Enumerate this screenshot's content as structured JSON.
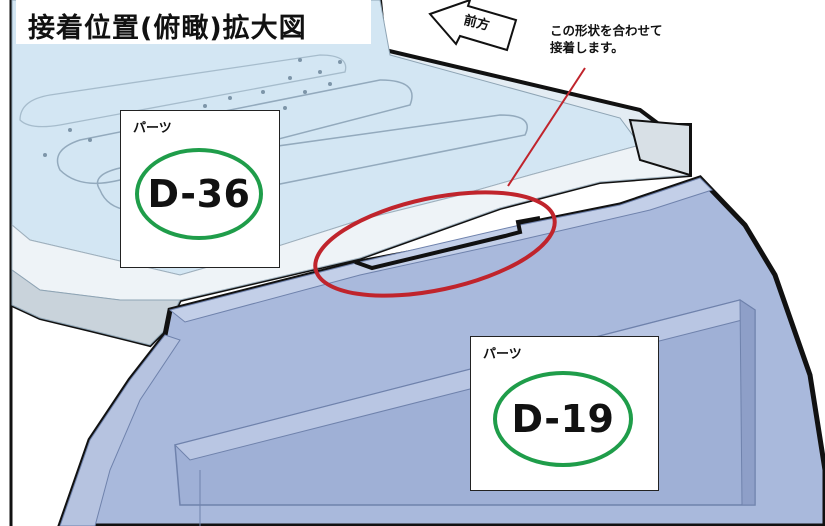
{
  "title": "接着位置(俯瞰)拡大図",
  "direction_label": "前方",
  "note": {
    "line1": "この形状を合わせて",
    "line2": "接着します。"
  },
  "parts": [
    {
      "label": "パーツ",
      "code": "D-36"
    },
    {
      "label": "パーツ",
      "code": "D-19"
    }
  ],
  "colors": {
    "panel_light": "#dfeaf2",
    "panel_blue": "#a9b9dc",
    "highlight_ring": "#c0242c",
    "part_ring": "#1f9d4a",
    "outline": "#111111"
  }
}
